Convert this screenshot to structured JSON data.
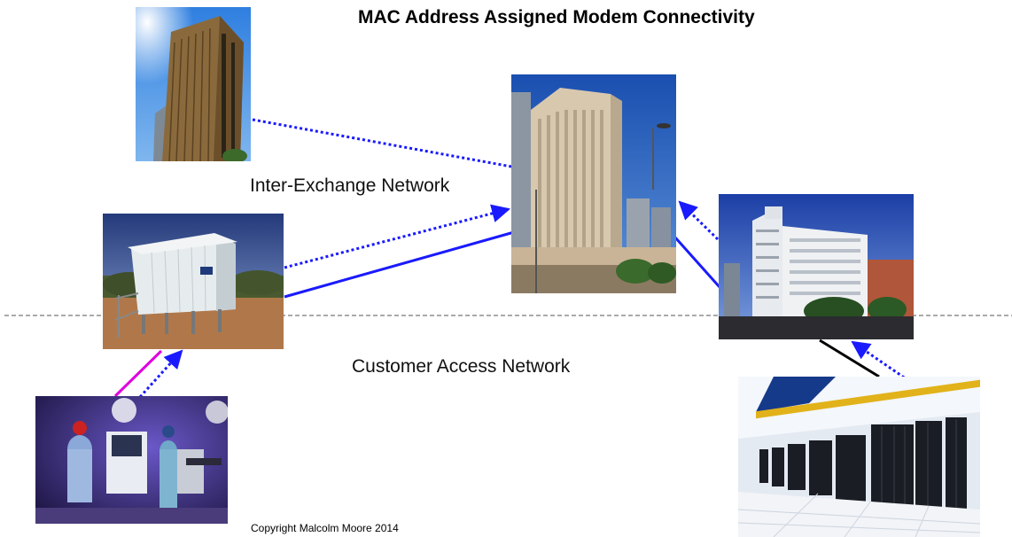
{
  "title": "MAC Address Assigned Modem Connectivity",
  "labels": {
    "inter_exchange": "Inter-Exchange Network",
    "customer_access": "Customer Access Network"
  },
  "copyright": "Copyright Malcolm Moore 2014",
  "colors": {
    "link_blue": "#1a1aff",
    "link_magenta": "#e000e0",
    "link_black": "#000000",
    "divider": "#555555"
  }
}
